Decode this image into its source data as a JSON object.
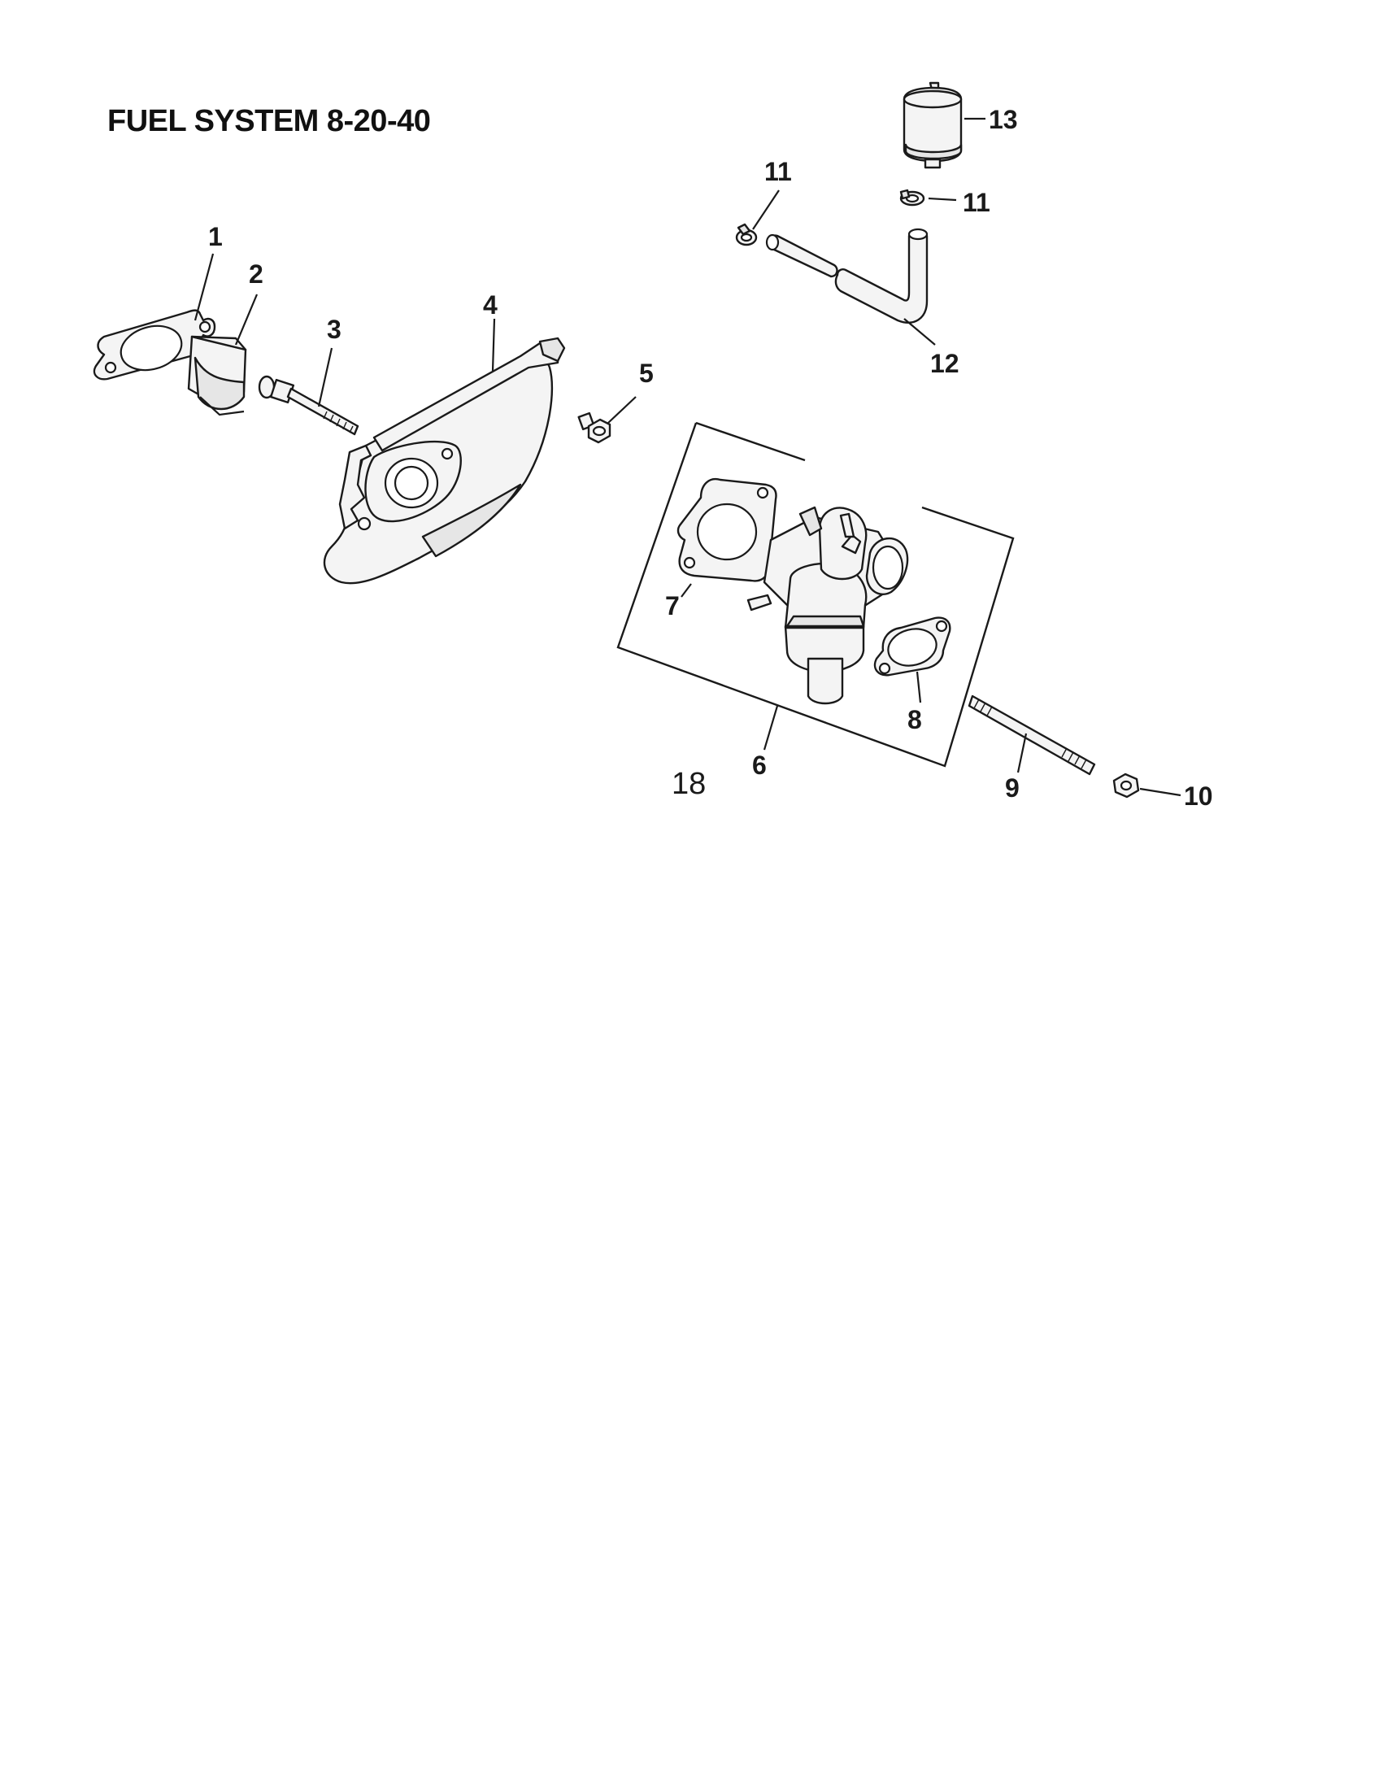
{
  "title": "FUEL SYSTEM 8-20-40",
  "kit_number": "18",
  "callouts": {
    "c1": "1",
    "c2": "2",
    "c3": "3",
    "c4": "4",
    "c5": "5",
    "c6": "6",
    "c7": "7",
    "c8": "8",
    "c9": "9",
    "c10": "10",
    "c11a": "11",
    "c11b": "11",
    "c12": "12",
    "c13": "13"
  }
}
